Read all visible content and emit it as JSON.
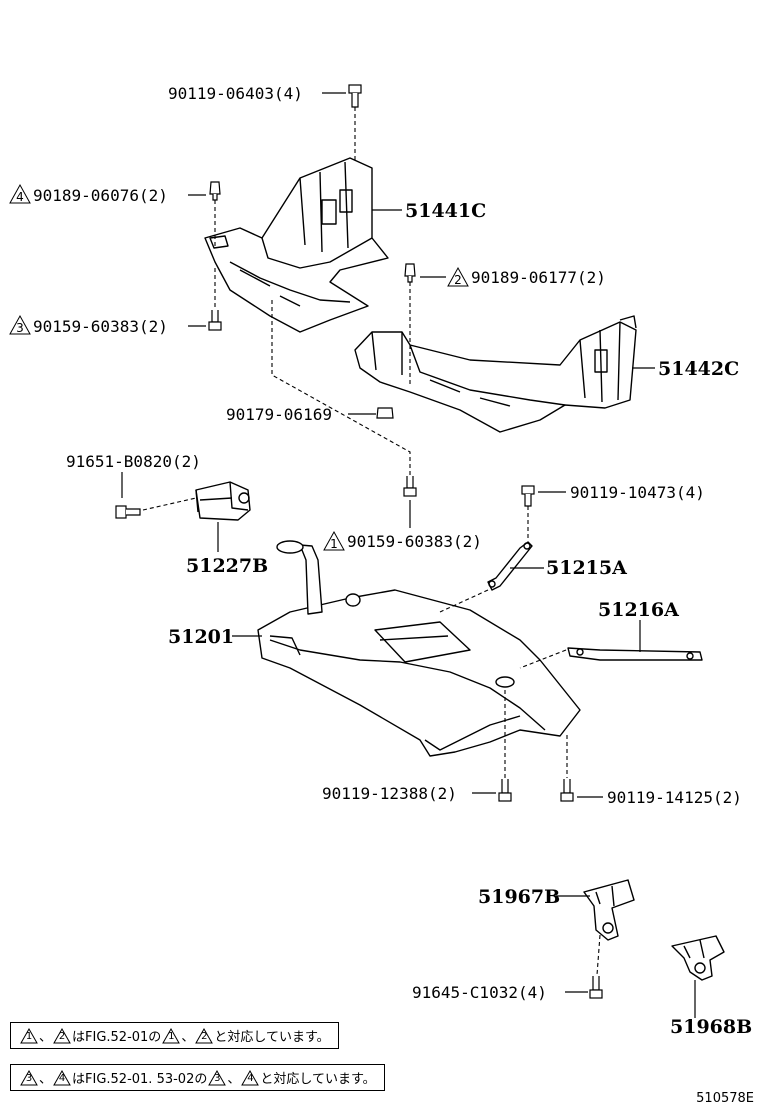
{
  "labels": {
    "p90119_06403": "90119-06403(4)",
    "p90189_06076": "90189-06076(2)",
    "p51441C": "51441C",
    "p90189_06177": "90189-06177(2)",
    "p90159_60383_a": "90159-60383(2)",
    "p51442C": "51442C",
    "p90179_06169": "90179-06169",
    "p91651_B0820": "91651-B0820(2)",
    "p90119_10473": "90119-10473(4)",
    "p90159_60383_b": "90159-60383(2)",
    "p51227B": "51227B",
    "p51215A": "51215A",
    "p51216A": "51216A",
    "p51201": "51201",
    "p90119_12388": "90119-12388(2)",
    "p90119_14125": "90119-14125(2)",
    "p51967B": "51967B",
    "p91645_C1032": "91645-C1032(4)",
    "p51968B": "51968B"
  },
  "markers": {
    "m1": "1",
    "m2": "2",
    "m3": "3",
    "m4": "4"
  },
  "notes": {
    "note1": {
      "a": "1",
      "b": "2",
      "text1": "はFIG.52-01の",
      "c": "1",
      "d": "2",
      "text2": "と対応しています。"
    },
    "note2": {
      "a": "3",
      "b": "4",
      "text1": "はFIG.52-01. 53-02の",
      "c": "3",
      "d": "4",
      "text2": "と対応しています。"
    }
  },
  "diagram_id": "510578E"
}
